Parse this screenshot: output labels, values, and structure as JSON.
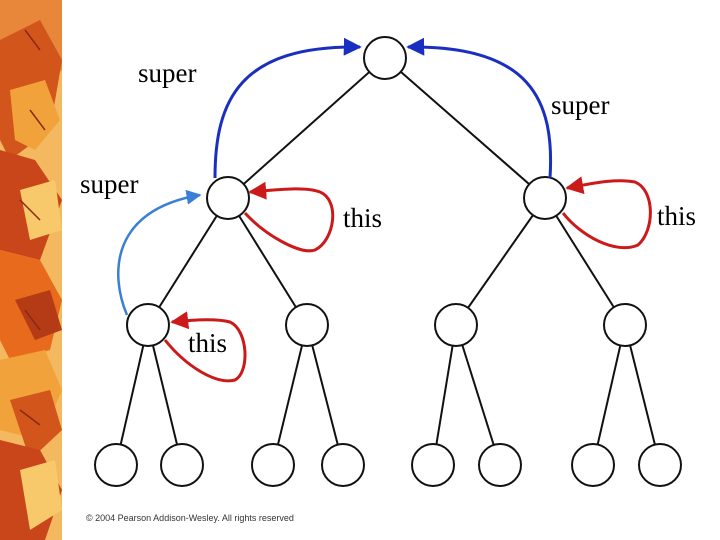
{
  "labels": {
    "super_upper_left": "super",
    "super_right": "super",
    "super_left": "super",
    "this_middle": "this",
    "this_right": "this",
    "this_lower_left": "this"
  },
  "footer": {
    "copyright": "© 2004 Pearson Addison-Wesley. All rights reserved"
  },
  "colors": {
    "super_arrow": "#1a2fbf",
    "super_arrow_light": "#3a7fd6",
    "this_arrow": "#cc1a1a",
    "tree_line": "#111111",
    "leaf_palette": [
      "#e86a1c",
      "#f2a23a",
      "#c9451a",
      "#f7c96a",
      "#b53a16"
    ]
  },
  "diagram": {
    "type": "tree",
    "node_count": 15,
    "levels": 4
  }
}
